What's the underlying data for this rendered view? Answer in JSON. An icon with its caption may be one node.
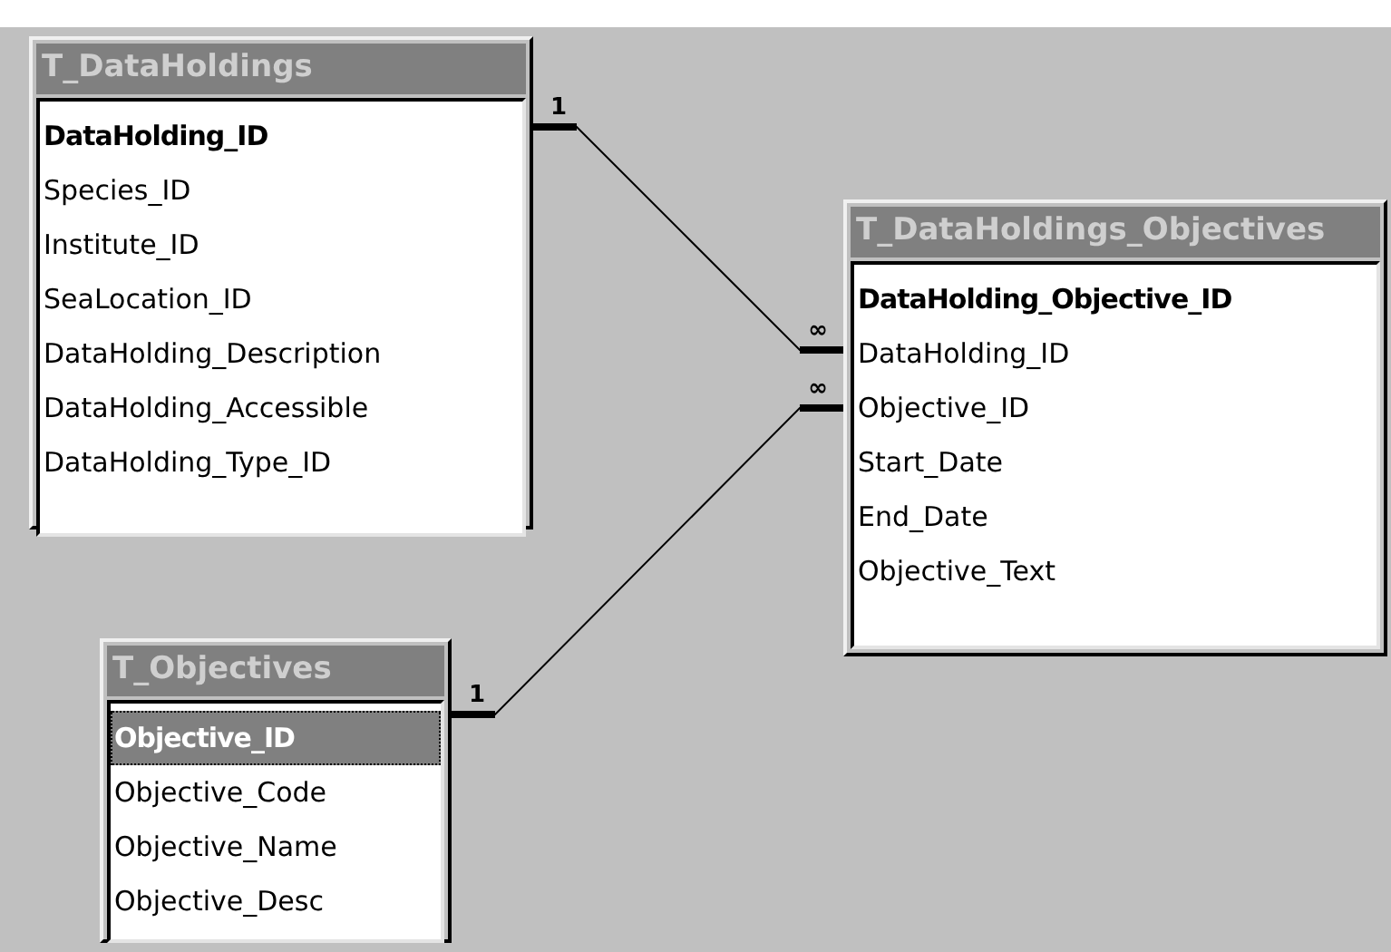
{
  "diagram": {
    "nodes": [
      {
        "text": [
          "T_DataHoldings",
          "DataHolding_ID",
          "Species_ID",
          "Institute_ID",
          "SeaLocation_ID",
          "DataHolding_Description",
          "DataHolding_Accessible",
          "DataHolding_Type_ID"
        ]
      },
      {
        "text": [
          "T_DataHoldings_Objectives",
          "DataHolding_Objective_ID",
          "DataHolding_ID",
          "Objective_ID",
          "Start_Date",
          "End_Date",
          "Objective_Text"
        ]
      },
      {
        "text": [
          "T_Objectives",
          "Objective_ID",
          "Objective_Code",
          "Objective_Name",
          "Objective_Desc"
        ]
      }
    ],
    "edges": [
      {
        "from": 0,
        "to": 1,
        "arrow": "other"
      },
      {
        "from": 2,
        "to": 1,
        "arrow": "other"
      }
    ],
    "labels": [
      "1",
      "∞",
      "∞",
      "1"
    ]
  }
}
